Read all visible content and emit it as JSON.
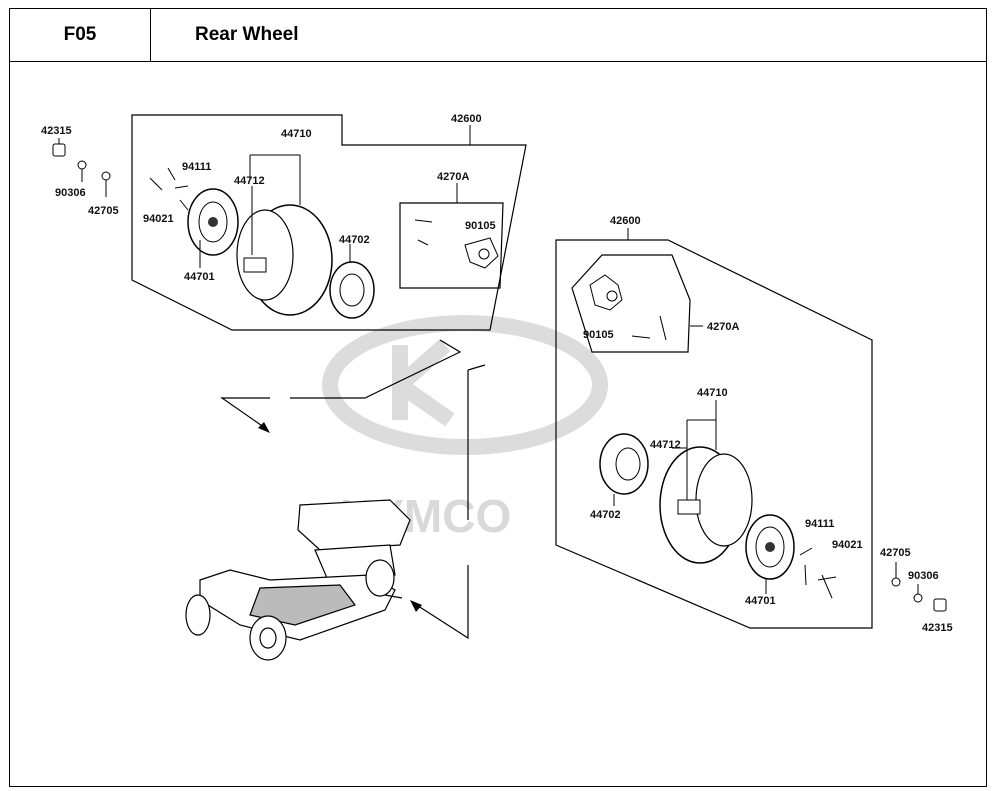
{
  "header": {
    "code": "F05",
    "title": "Rear Wheel"
  },
  "watermark": {
    "text": "KYMCO",
    "color": "#d9d9d9"
  },
  "left_group": {
    "assembly": "42600",
    "hub_assembly": "4270A",
    "labels": {
      "p42315": "42315",
      "p90306": "90306",
      "p42705": "42705",
      "p94111": "94111",
      "p94021": "94021",
      "p44710": "44710",
      "p44712": "44712",
      "p44701": "44701",
      "p44702": "44702",
      "p90105": "90105"
    }
  },
  "right_group": {
    "assembly": "42600",
    "hub_assembly": "4270A",
    "labels": {
      "p90105": "90105",
      "p44710": "44710",
      "p44712": "44712",
      "p44702": "44702",
      "p94111": "94111",
      "p94021": "94021",
      "p44701": "44701",
      "p42705": "42705",
      "p90306": "90306",
      "p42315": "42315"
    }
  }
}
